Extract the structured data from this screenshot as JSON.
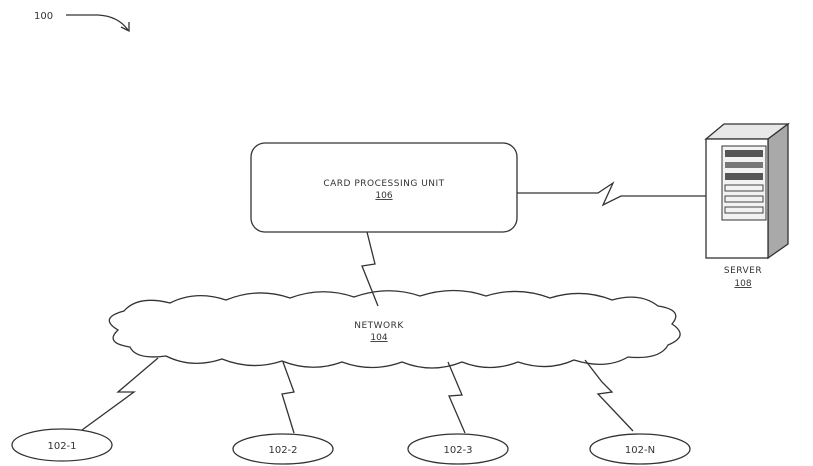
{
  "figure_ref": "100",
  "cpu": {
    "name": "CARD PROCESSING UNIT",
    "ref": "106"
  },
  "server": {
    "name": "SERVER",
    "ref": "108"
  },
  "network": {
    "name": "NETWORK",
    "ref": "104"
  },
  "devices": [
    {
      "label": "102-1"
    },
    {
      "label": "102-2"
    },
    {
      "label": "102-3"
    },
    {
      "label": "102-N"
    }
  ]
}
